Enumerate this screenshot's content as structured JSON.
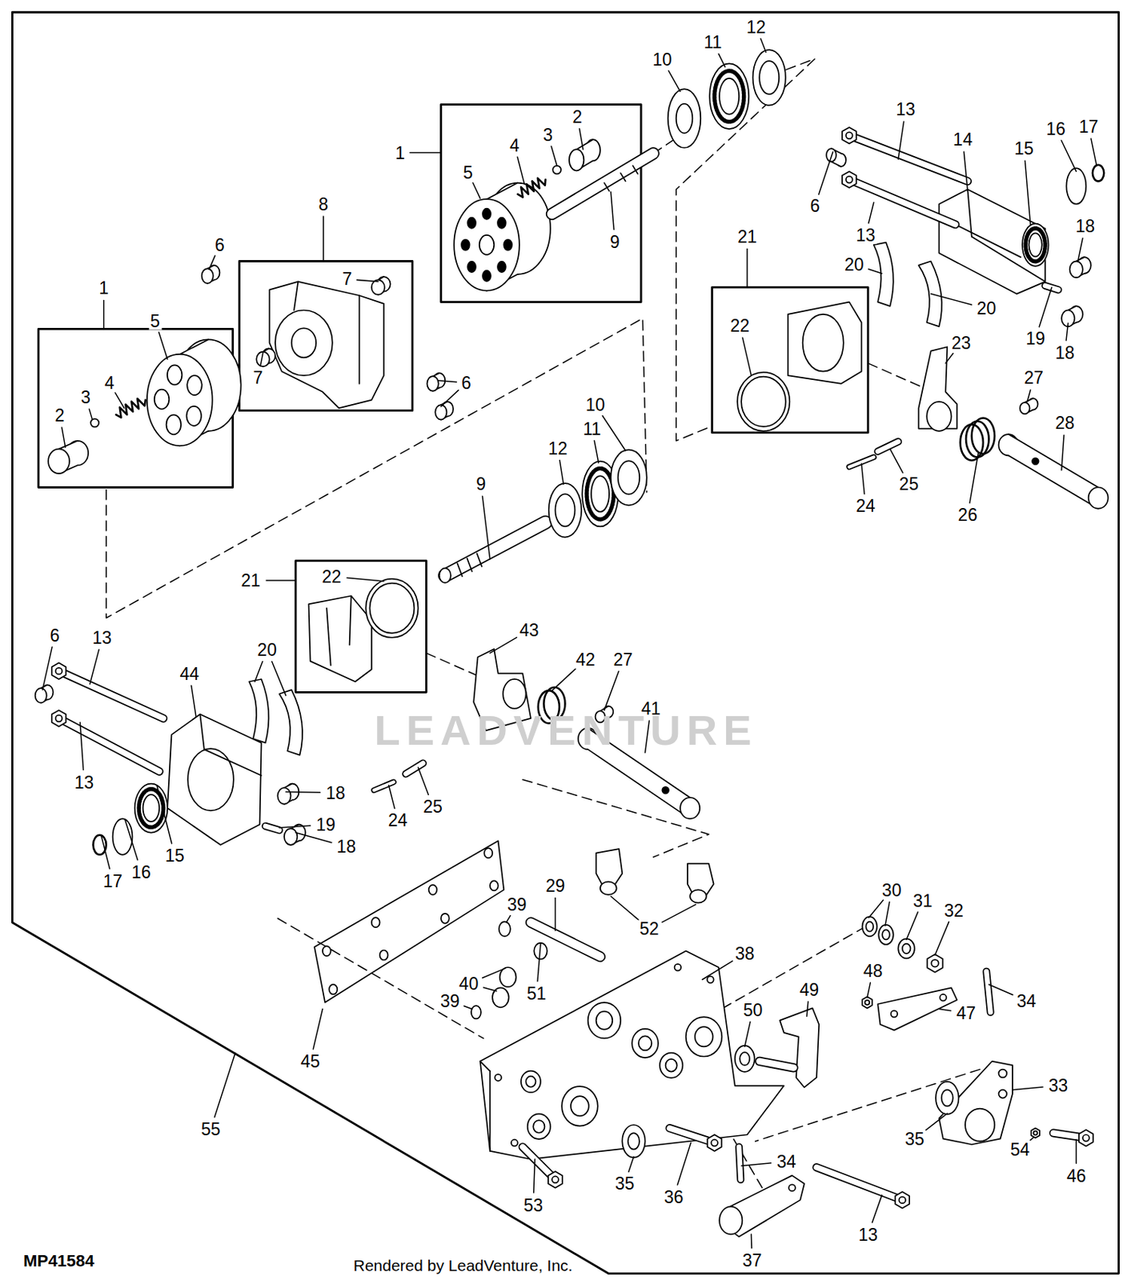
{
  "diagram": {
    "labels": [
      "1",
      "2",
      "3",
      "4",
      "5",
      "9",
      "10",
      "11",
      "12",
      "13",
      "14",
      "15",
      "16",
      "17",
      "6",
      "13",
      "18",
      "20",
      "20",
      "19",
      "18",
      "21",
      "22",
      "23",
      "27",
      "28",
      "24",
      "25",
      "26",
      "1",
      "5",
      "4",
      "3",
      "2",
      "8",
      "6",
      "7",
      "7",
      "6",
      "9",
      "12",
      "11",
      "10",
      "21",
      "22",
      "43",
      "42",
      "27",
      "41",
      "6",
      "13",
      "44",
      "20",
      "13",
      "18",
      "19",
      "18",
      "15",
      "16",
      "17",
      "24",
      "25",
      "52",
      "29",
      "39",
      "40",
      "39",
      "51",
      "38",
      "30",
      "31",
      "32",
      "48",
      "47",
      "34",
      "49",
      "50",
      "45",
      "55",
      "33",
      "35",
      "54",
      "46",
      "35",
      "36",
      "34",
      "53",
      "37",
      "13",
      "MP41584",
      "Rendered by LeadVenture, Inc.",
      "LEADVENTURE"
    ]
  }
}
